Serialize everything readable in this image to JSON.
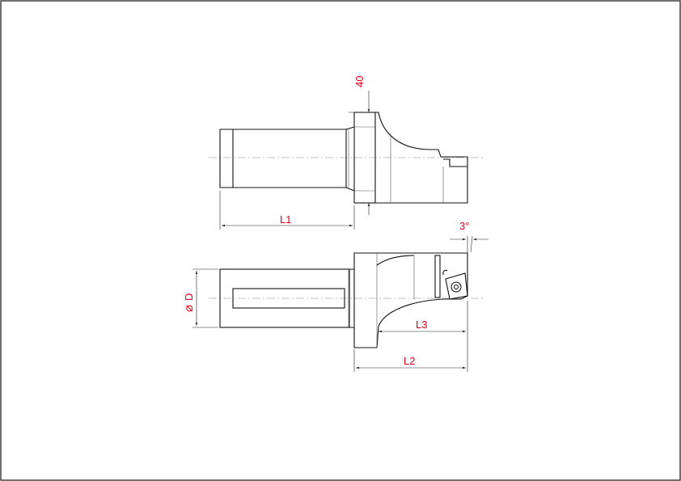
{
  "labels": {
    "height": "40",
    "length1": "L1",
    "angle": "3°",
    "diameter": "D",
    "diameter_symbol": "⌀",
    "length3": "L3",
    "length2": "L2"
  },
  "colors": {
    "dimension_text": "#e2001a",
    "line": "#111111",
    "background": "#ffffff"
  }
}
